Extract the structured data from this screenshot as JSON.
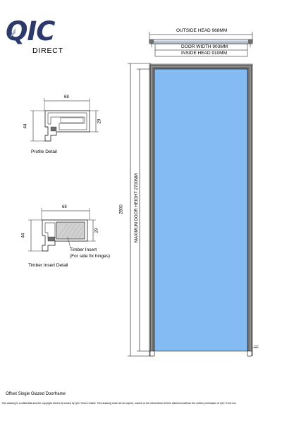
{
  "logo": {
    "wordmark": "QIC",
    "subtitle": "DIRECT"
  },
  "dimensions": {
    "outside_head": "OUTSIDE HEAD 968MM",
    "door_width": "DOOR WIDTH 903MM",
    "inside_head": "INSIDE HEAD 910MM",
    "overall_height": "2800",
    "max_door_height": "MAXIMUM DOOR HEIGHT 2700MM",
    "floor_mark": "FF"
  },
  "profile_detail": {
    "width": "68",
    "height": "44",
    "inset": "29",
    "title": "Profile Detail"
  },
  "timber_insert_detail": {
    "width": "68",
    "height": "44",
    "inset": "29",
    "callout_line1": "Timber Insert",
    "callout_line2": "(For side fix hinges)",
    "title": "Timber Insert Detail"
  },
  "drawing_title": "Offset Single Glazed Doorframe",
  "footer_notice": "This drawing is confidential and the copyright therein is owned by QIC Trims Limited.  This drawing must not be copied, loaned or the information therein disclosed without the written permission of QIC Trims Ltd.",
  "colors": {
    "glass": "#84bbf2",
    "frame": "#6f6f6f",
    "logo": "#2b3a6b",
    "timber": "#d1d1d1"
  }
}
